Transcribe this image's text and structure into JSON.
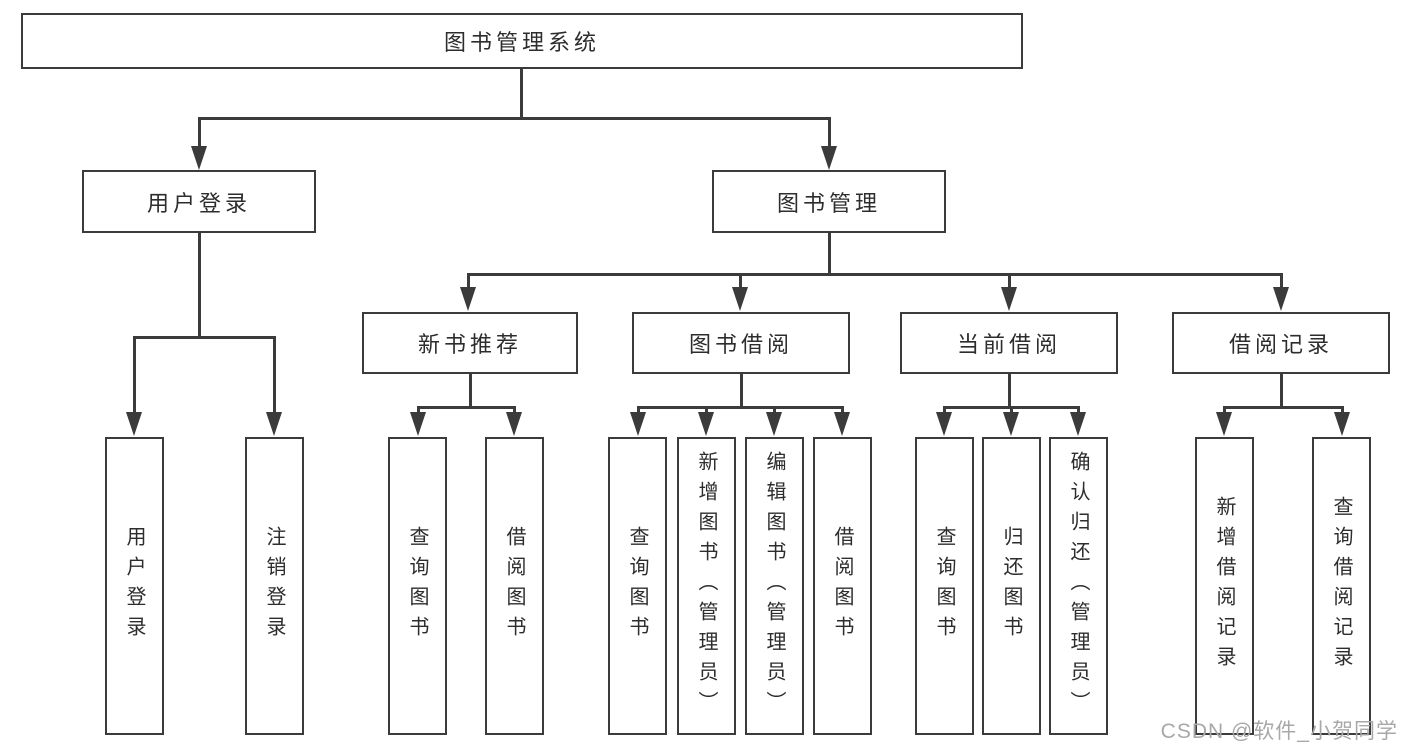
{
  "diagram": {
    "root": {
      "label": "图书管理系统"
    },
    "branches": [
      {
        "label": "用户登录",
        "children": [
          "用户登录",
          "注销登录"
        ]
      },
      {
        "label": "图书管理",
        "sections": [
          {
            "label": "新书推荐",
            "children": [
              "查询图书",
              "借阅图书"
            ]
          },
          {
            "label": "图书借阅",
            "children": [
              "查询图书",
              "新增图书（管理员）",
              "编辑图书（管理员）",
              "借阅图书"
            ]
          },
          {
            "label": "当前借阅",
            "children": [
              "查询图书",
              "归还图书",
              "确认归还（管理员）"
            ]
          },
          {
            "label": "借阅记录",
            "children": [
              "新增借阅记录",
              "查询借阅记录"
            ]
          }
        ]
      }
    ]
  },
  "watermark": "CSDN @软件_小贺同学",
  "colors": {
    "line": "#3b3b3b",
    "text": "#2d2d2d",
    "watermark": "#a8a8a8",
    "background": "#ffffff"
  }
}
